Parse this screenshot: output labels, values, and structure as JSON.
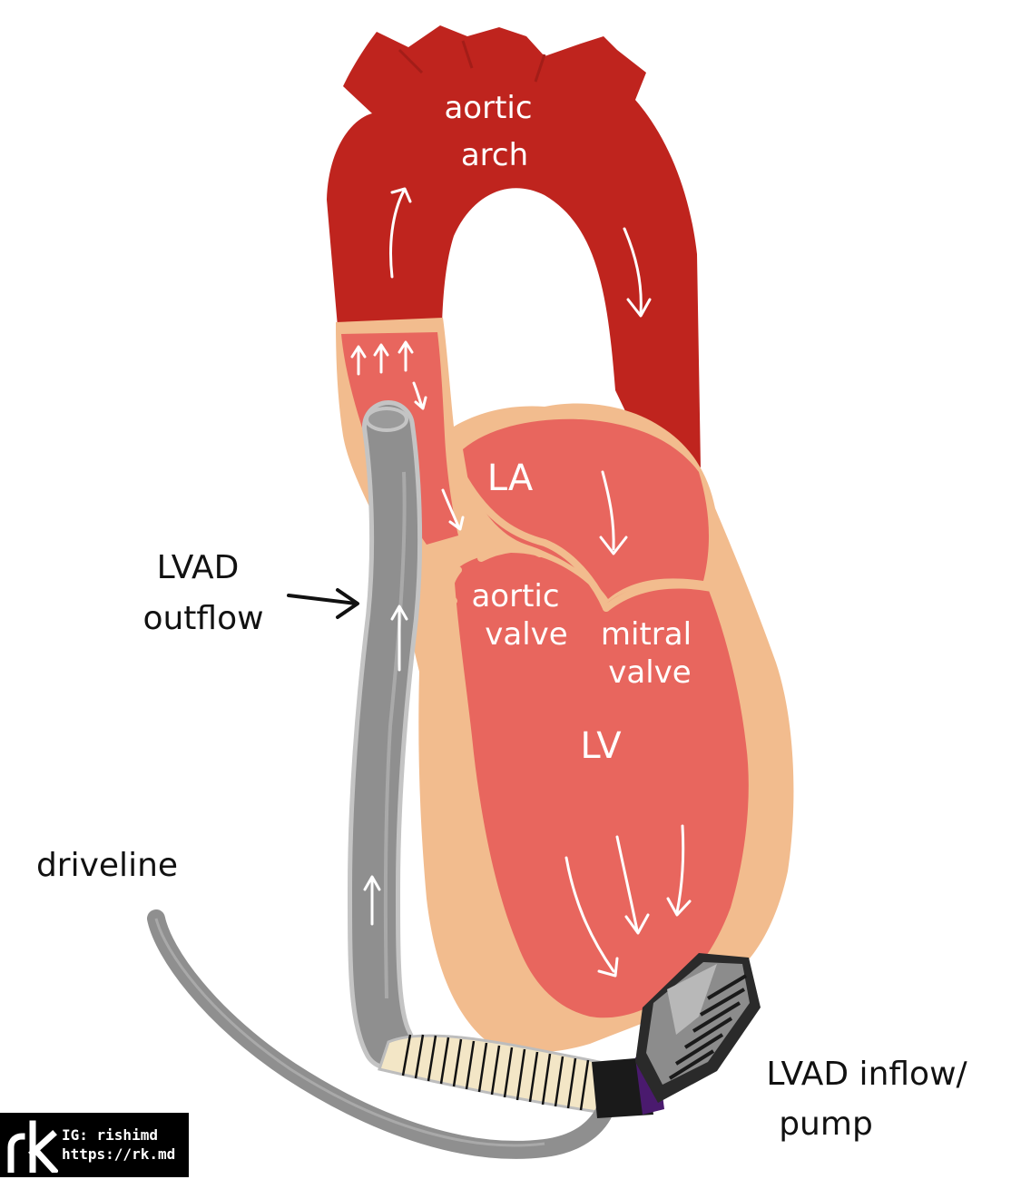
{
  "labels": {
    "aortic_arch_line1": "aortic",
    "aortic_arch_line2": "arch",
    "la": "LA",
    "aortic_valve_line1": "aortic",
    "aortic_valve_line2": "valve",
    "mitral_valve_line1": "mitral",
    "mitral_valve_line2": "valve",
    "lv": "LV",
    "lvad_outflow_line1": "LVAD",
    "lvad_outflow_line2": "outflow",
    "driveline": "driveline",
    "lvad_inflow_line1": "LVAD inflow/",
    "lvad_inflow_line2": "pump"
  },
  "watermark": {
    "logo_letters": "rk",
    "line1": "IG: rishimd",
    "line2": "https://rk.md"
  },
  "colors": {
    "aorta": "#bf241e",
    "heart_chamber": "#e8665e",
    "heart_wall": "#f2bc8e",
    "lvad_tube": "#8f8f8f",
    "lvad_tube_edge": "#bdbdbd",
    "graft_band": "#f3e6c6",
    "pump_body": "#3a3a3a",
    "pump_ring": "#4a1a6e"
  }
}
